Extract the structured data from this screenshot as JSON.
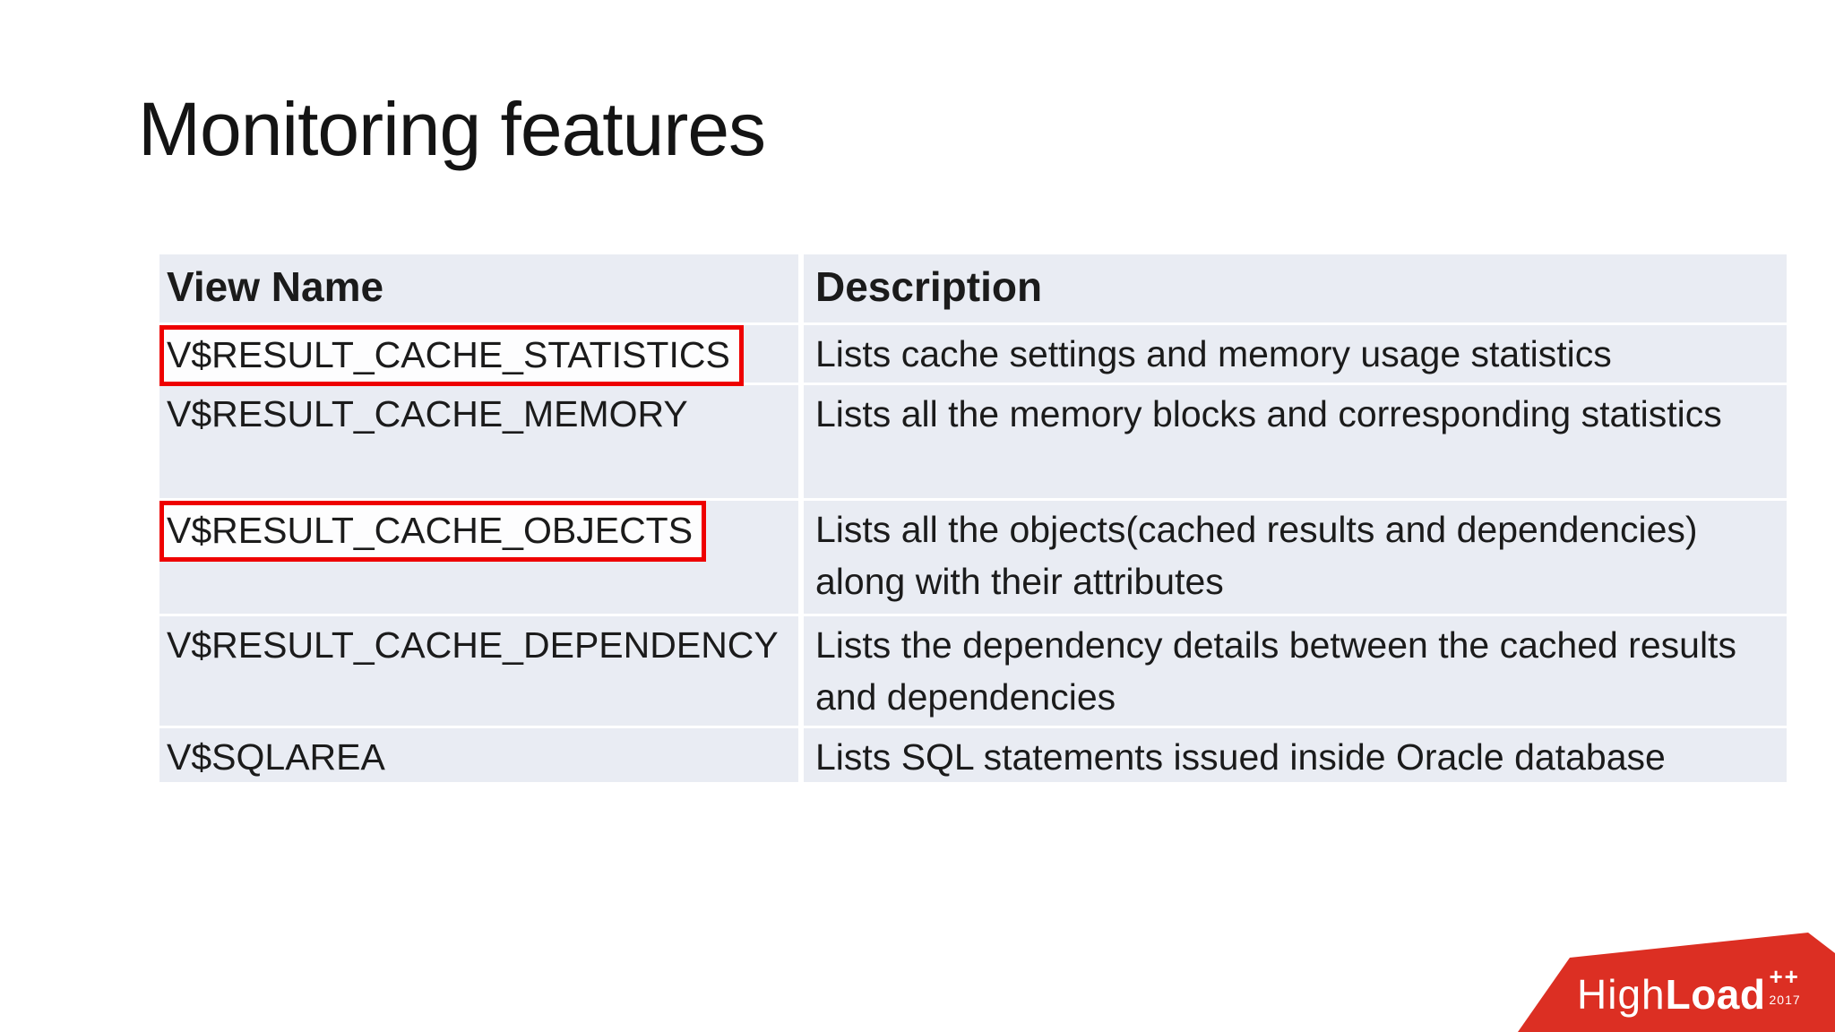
{
  "slide": {
    "title": "Monitoring features",
    "table": {
      "columns": [
        "View Name",
        "Description"
      ],
      "rows": [
        {
          "view": "V$RESULT_CACHE_STATISTICS",
          "description": "Lists cache settings and memory usage statistics",
          "highlighted": true
        },
        {
          "view": "V$RESULT_CACHE_MEMORY",
          "description": "Lists all the memory blocks and corresponding statistics",
          "highlighted": false
        },
        {
          "view": "V$RESULT_CACHE_OBJECTS",
          "description": "Lists all the objects(cached results and dependencies) along with their attributes",
          "highlighted": true
        },
        {
          "view": "V$RESULT_CACHE_DEPENDENCY",
          "description": "Lists the dependency details between the cached results and dependencies",
          "highlighted": false
        },
        {
          "view": "V$SQLAREA",
          "description": "Lists SQL statements issued inside Oracle database",
          "highlighted": false
        }
      ]
    },
    "logo": {
      "brand_light": "High",
      "brand_bold": "Load",
      "superscript": "++",
      "year": "2017"
    },
    "colors": {
      "table_row_bg": "#e9ecf3",
      "highlight_box_border": "#ee0000",
      "highlight_box_fill": "#fdfdfe",
      "logo_red": "#dc2f23",
      "text": "#1b1b1b"
    }
  }
}
